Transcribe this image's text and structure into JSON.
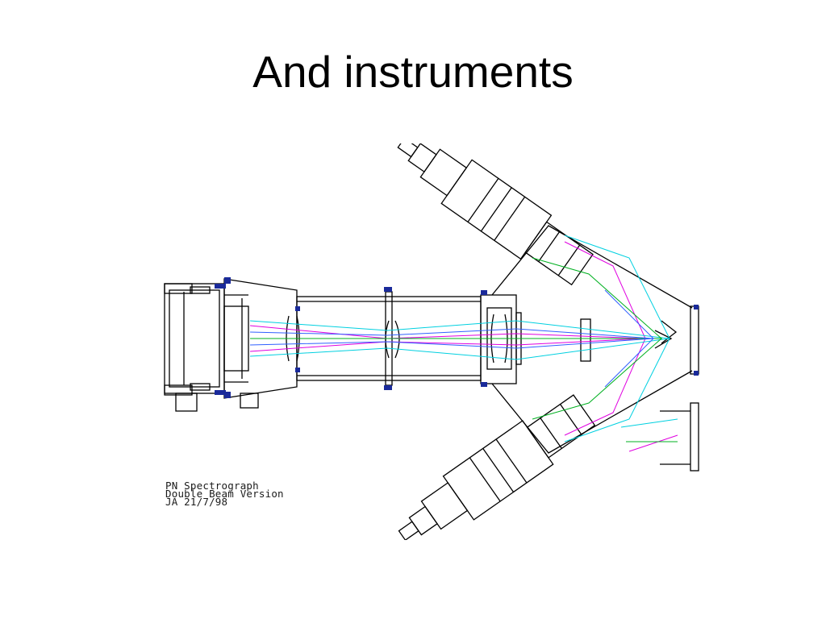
{
  "slide": {
    "title": "And instruments"
  },
  "drawing": {
    "caption_lines": [
      "PN Spectrograph",
      "Double Beam Version",
      "JA 21/7/98"
    ],
    "colors": {
      "outline": "#000000",
      "mount": "#1a2a9a",
      "ray_cyan": "#00d0e0",
      "ray_magenta": "#e000e0",
      "ray_green": "#00b020",
      "ray_blue": "#3060ff"
    }
  }
}
